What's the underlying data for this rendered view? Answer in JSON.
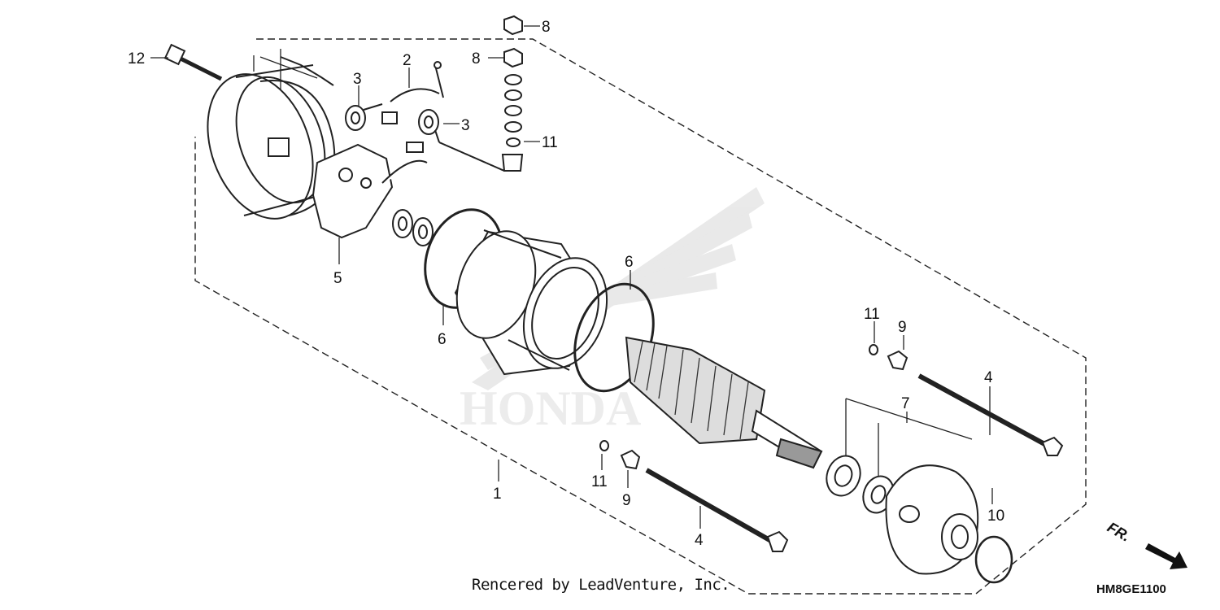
{
  "callouts": [
    {
      "id": "c12",
      "text": "12"
    },
    {
      "id": "c2",
      "text": "2"
    },
    {
      "id": "c3a",
      "text": "3"
    },
    {
      "id": "c3b",
      "text": "3"
    },
    {
      "id": "c8a",
      "text": "8"
    },
    {
      "id": "c8b",
      "text": "8"
    },
    {
      "id": "c11a",
      "text": "11"
    },
    {
      "id": "c5",
      "text": "5"
    },
    {
      "id": "c6a",
      "text": "6"
    },
    {
      "id": "c6b",
      "text": "6"
    },
    {
      "id": "c11b",
      "text": "11"
    },
    {
      "id": "c9a",
      "text": "9"
    },
    {
      "id": "c4a",
      "text": "4"
    },
    {
      "id": "c7",
      "text": "7"
    },
    {
      "id": "c1",
      "text": "1"
    },
    {
      "id": "c11c",
      "text": "11"
    },
    {
      "id": "c9b",
      "text": "9"
    },
    {
      "id": "c4b",
      "text": "4"
    },
    {
      "id": "c10",
      "text": "10"
    }
  ],
  "footer": {
    "credit": "Rencered by LeadVenture, Inc.",
    "diagram_code": "HM8GE1100"
  },
  "direction_indicator": {
    "label": "FR."
  },
  "watermark": {
    "brand_text": "HONDA"
  }
}
